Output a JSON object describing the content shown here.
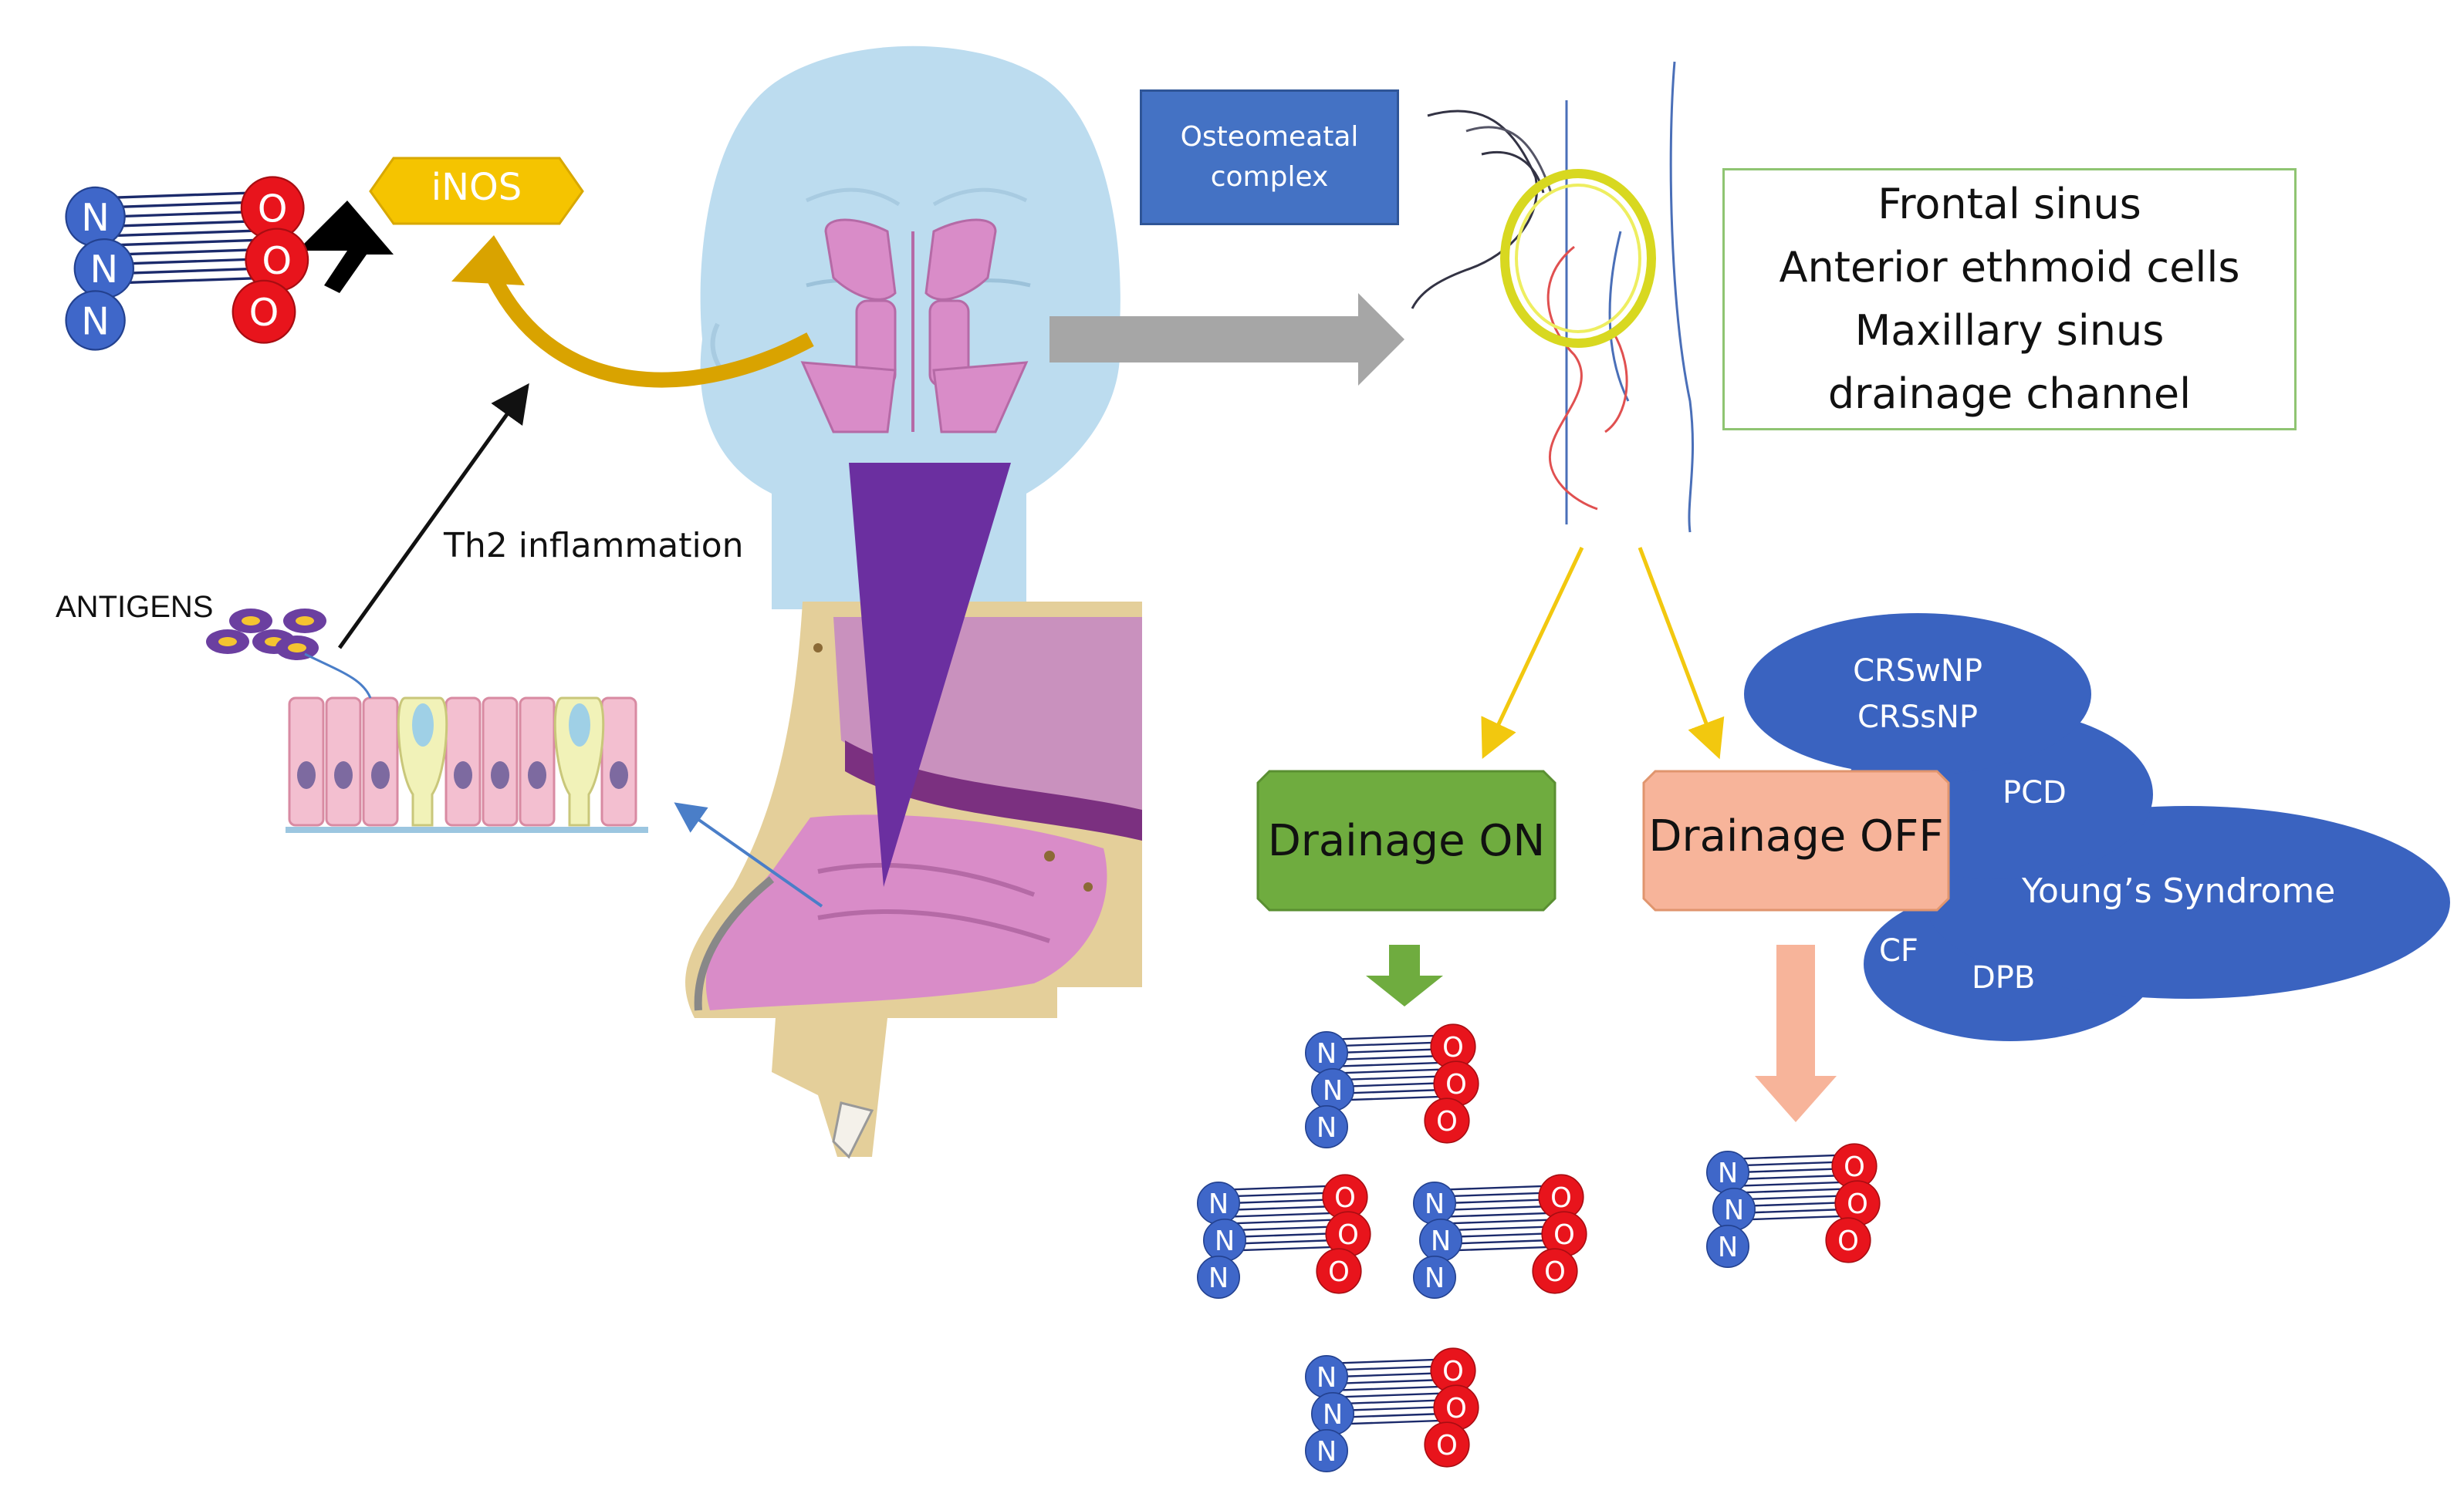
{
  "labels": {
    "inos": "iNOS",
    "antigens": "ANTIGENS",
    "th2": "Th2 inflammation",
    "ostiomeatal": [
      "Osteomeatal",
      "complex"
    ],
    "regions": [
      "Frontal sinus",
      "Anterior ethmoid cells",
      "Maxillary sinus",
      "drainage channel"
    ],
    "drainage_on": "Drainage ON",
    "drainage_off": "Drainage OFF"
  },
  "conditions": {
    "crs": [
      "CRSwNP",
      "CRSsNP"
    ],
    "pcd": "PCD",
    "youngs": "Young’s Syndrome",
    "cf": "CF",
    "dpb": "DPB"
  },
  "molecule_letters": {
    "nitrogen": "N",
    "oxygen": "O"
  },
  "colors": {
    "nitrogen": "#3f67c9",
    "oxygen": "#e8141c",
    "inos": "#f5c400",
    "ostiomeatal_box": "#4472c4",
    "drain_on": "#6fac3f",
    "drain_off": "#f7b49a",
    "condition_ovals": "#3a63c0",
    "face": "#bcdcef",
    "nasal_mucosa": "#d98cc8",
    "wedge": "#6b2fa0"
  }
}
